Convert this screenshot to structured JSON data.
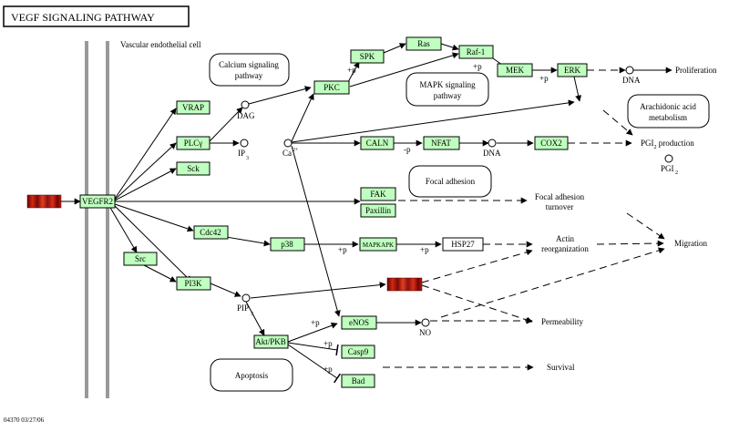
{
  "title": "VEGF  SIGNALING PATHWAY",
  "footer": "04370  03/27/06",
  "cell_label": "Vascular endothelial cell",
  "genes": {
    "vegfr2": "VEGFR2",
    "vrap": "VRAP",
    "plcg": "PLCγ",
    "sck": "Sck",
    "cdc42": "Cdc42",
    "p38": "p38",
    "mapkapk": "MAPKAPK",
    "src": "Src",
    "pi3k": "PI3K",
    "akt": "Akt/PKB",
    "enos": "eNOS",
    "casp9": "Casp9",
    "bad": "Bad",
    "pkc": "PKC",
    "spk": "SPK",
    "ras": "Ras",
    "raf1": "Raf-1",
    "mek": "MEK",
    "erk": "ERK",
    "caln": "CALN",
    "nfat": "NFAT",
    "cox2": "COX2",
    "fak": "FAK",
    "paxillin": "Paxillin"
  },
  "plain_boxes": {
    "hsp27": "HSP27"
  },
  "maps": {
    "calcium": [
      "Calcium signaling",
      "pathway"
    ],
    "mapk": [
      "MAPK signaling",
      "pathway"
    ],
    "arachidonic": [
      "Arachidonic acid",
      "metabolism"
    ],
    "focal": "Focal adhesion",
    "apoptosis": "Apoptosis"
  },
  "compounds": {
    "dag": "DAG",
    "ip3": "IP",
    "ip3_sub": "3",
    "ca": "Ca",
    "ca_sup": "2+",
    "dna1": "DNA",
    "dna2": "DNA",
    "pip3": "PIP",
    "pip3_sub": "3",
    "no": "NO",
    "pgi2": "PGI",
    "pgi2_sub": "2"
  },
  "outcomes": {
    "proliferation": "Proliferation",
    "pgi2_prod_a": "PGI",
    "pgi2_prod_sub": "2",
    "pgi2_prod_b": " production",
    "focal_turnover": [
      "Focal adhesion",
      "turnover"
    ],
    "actin": [
      "Actin",
      "reorganization"
    ],
    "migration": "Migration",
    "permeability": "Permeability",
    "survival": "Survival"
  },
  "edge_labels": {
    "plus_p": "+p",
    "minus_p": "-p"
  },
  "colors": {
    "gene_fill": "#bfffbf",
    "membrane": "#999999",
    "expression_dark": "#8b0000",
    "expression_red": "#e0301e"
  }
}
